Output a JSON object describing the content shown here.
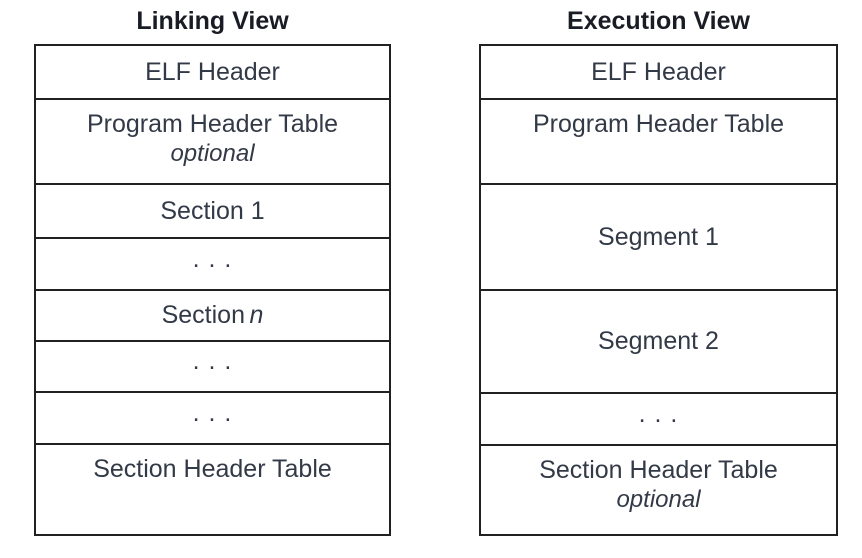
{
  "diagram": {
    "border_color": "#212121",
    "title_color": "#191c24",
    "text_color": "#333a47",
    "background": "#ffffff",
    "columns": [
      {
        "id": "linking-view",
        "title": "Linking View",
        "rows": [
          {
            "id": "elf-header",
            "label": "ELF Header",
            "height": 54,
            "align": "center"
          },
          {
            "id": "program-header-table",
            "label": "Program Header Table",
            "sublabel": "optional",
            "height": 85,
            "align": "top"
          },
          {
            "id": "section-1",
            "label": "Section 1",
            "height": 54,
            "align": "center"
          },
          {
            "id": "dots-1",
            "label": ". . .",
            "height": 52,
            "align": "center",
            "dots": true
          },
          {
            "id": "section-n",
            "label": "Section",
            "italic_suffix": "n",
            "height": 51,
            "align": "center"
          },
          {
            "id": "dots-2",
            "label": ". . .",
            "height": 51,
            "align": "center",
            "dots": true
          },
          {
            "id": "dots-3",
            "label": ". . .",
            "height": 52,
            "align": "center",
            "dots": true
          },
          {
            "id": "section-header-table",
            "label": "Section Header Table",
            "height": 89,
            "align": "top"
          }
        ]
      },
      {
        "id": "execution-view",
        "title": "Execution View",
        "rows": [
          {
            "id": "elf-header",
            "label": "ELF Header",
            "height": 54,
            "align": "center"
          },
          {
            "id": "program-header-table",
            "label": "Program Header Table",
            "height": 85,
            "align": "top"
          },
          {
            "id": "segment-1",
            "label": "Segment 1",
            "height": 106,
            "align": "center"
          },
          {
            "id": "segment-2",
            "label": "Segment 2",
            "height": 103,
            "align": "center"
          },
          {
            "id": "dots-1",
            "label": ". . .",
            "height": 52,
            "align": "center",
            "dots": true
          },
          {
            "id": "section-header-table",
            "label": "Section Header Table",
            "sublabel": "optional",
            "height": 88,
            "align": "top"
          }
        ]
      }
    ]
  }
}
